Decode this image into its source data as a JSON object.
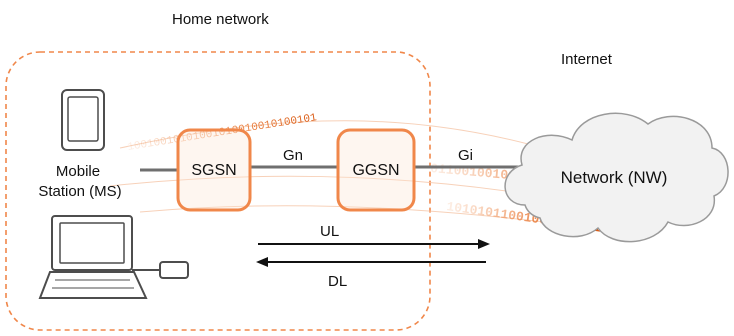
{
  "diagram": {
    "home_network_label": "Home network",
    "internet_label": "Internet",
    "mobile_station_label_line1": "Mobile",
    "mobile_station_label_line2": "Station (MS)",
    "sgsn_label": "SGSN",
    "ggsn_label": "GGSN",
    "gn_label": "Gn",
    "gi_label": "Gi",
    "network_label": "Network (NW)",
    "ul_label": "UL",
    "dl_label": "DL",
    "binary_stream_1": "10010010101001010010010100101",
    "binary_stream_2": "0110010010100101110010100",
    "binary_stream_3": "10101011001000010101"
  },
  "colors": {
    "accent_orange": "#f0874a",
    "node_fill": "#fde6d4",
    "link_gray": "#6f6f6f",
    "cloud_fill": "#f2f2f2",
    "cloud_stroke": "#9a9a9a"
  }
}
